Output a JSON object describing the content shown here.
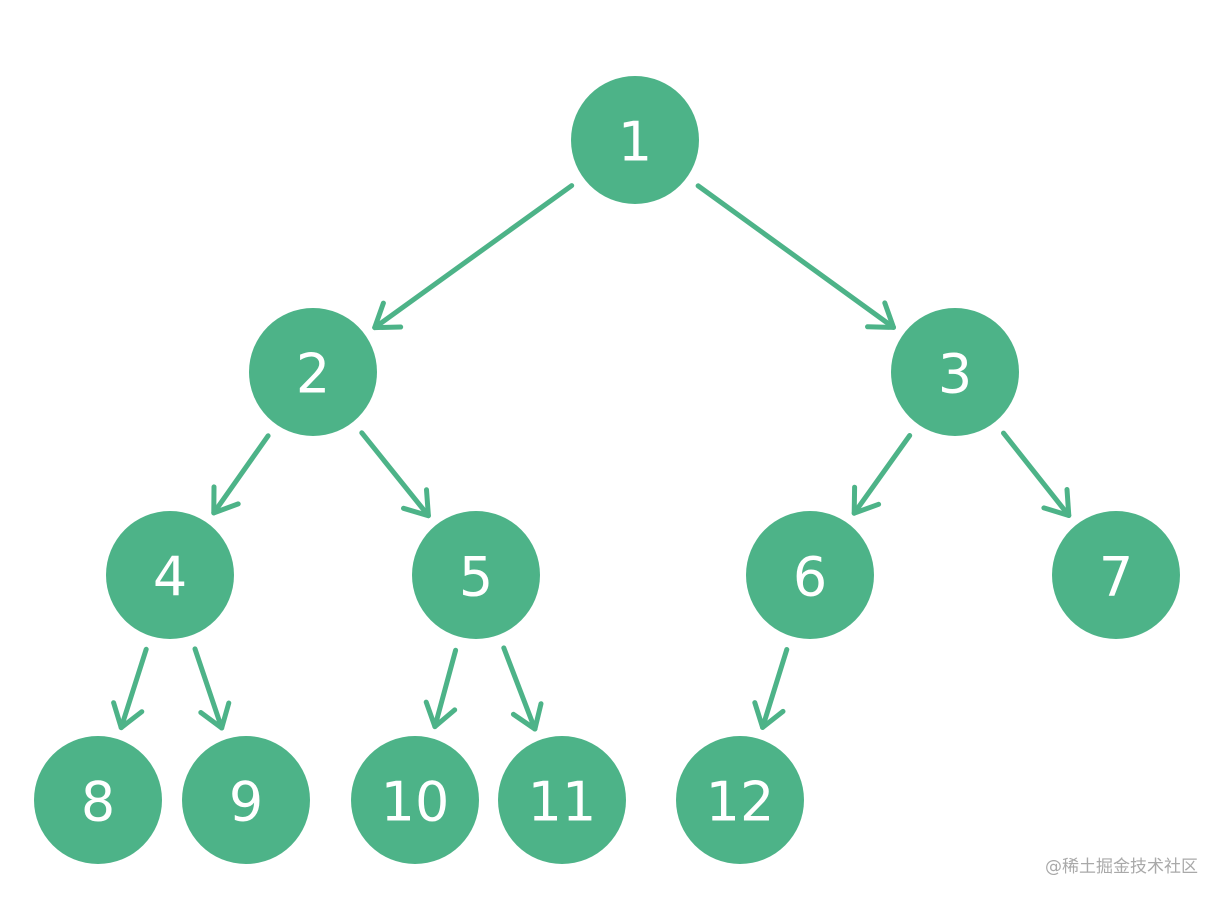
{
  "diagram": {
    "node_color": "#4db388",
    "label_color": "#ffffff",
    "edge_color": "#4db388",
    "nodes": [
      {
        "id": "n1",
        "label": "1"
      },
      {
        "id": "n2",
        "label": "2"
      },
      {
        "id": "n3",
        "label": "3"
      },
      {
        "id": "n4",
        "label": "4"
      },
      {
        "id": "n5",
        "label": "5"
      },
      {
        "id": "n6",
        "label": "6"
      },
      {
        "id": "n7",
        "label": "7"
      },
      {
        "id": "n8",
        "label": "8"
      },
      {
        "id": "n9",
        "label": "9"
      },
      {
        "id": "n10",
        "label": "10"
      },
      {
        "id": "n11",
        "label": "11"
      },
      {
        "id": "n12",
        "label": "12"
      }
    ],
    "edges": [
      {
        "from": "n1",
        "to": "n2"
      },
      {
        "from": "n1",
        "to": "n3"
      },
      {
        "from": "n2",
        "to": "n4"
      },
      {
        "from": "n2",
        "to": "n5"
      },
      {
        "from": "n3",
        "to": "n6"
      },
      {
        "from": "n3",
        "to": "n7"
      },
      {
        "from": "n4",
        "to": "n8"
      },
      {
        "from": "n4",
        "to": "n9"
      },
      {
        "from": "n5",
        "to": "n10"
      },
      {
        "from": "n5",
        "to": "n11"
      },
      {
        "from": "n6",
        "to": "n12"
      }
    ]
  },
  "watermark": {
    "text": "@稀土掘金技术社区"
  }
}
